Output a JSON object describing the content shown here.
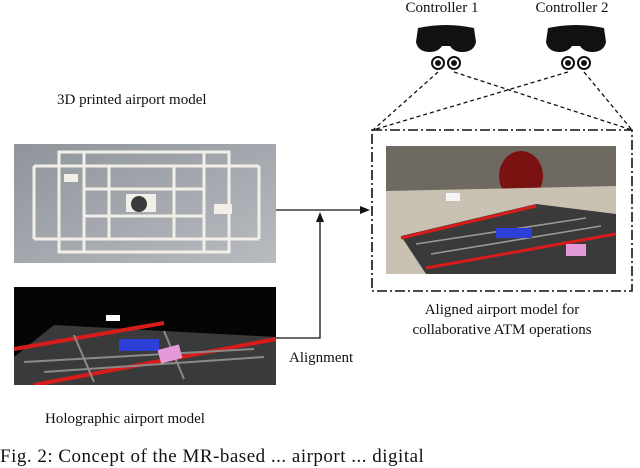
{
  "labels": {
    "printed_model": "3D printed airport model",
    "holographic_model": "Holographic airport model",
    "alignment": "Alignment",
    "aligned_model_line1": "Aligned airport model for",
    "aligned_model_line2": "collaborative ATM operations",
    "controller_1": "Controller 1",
    "controller_2": "Controller 2"
  },
  "caption_fragment": "Fig. 2: Concept of the MR-based  ...  airport  ...  digital",
  "icons": {
    "controller_1": "vr-headset-icon",
    "controller_2": "vr-headset-icon"
  },
  "colors": {
    "line": "#111111",
    "hologram_background": "#050505",
    "hologram_red": "#d81b1b",
    "hologram_blue": "#2d3fd6",
    "hologram_pink": "#e49ad8"
  }
}
